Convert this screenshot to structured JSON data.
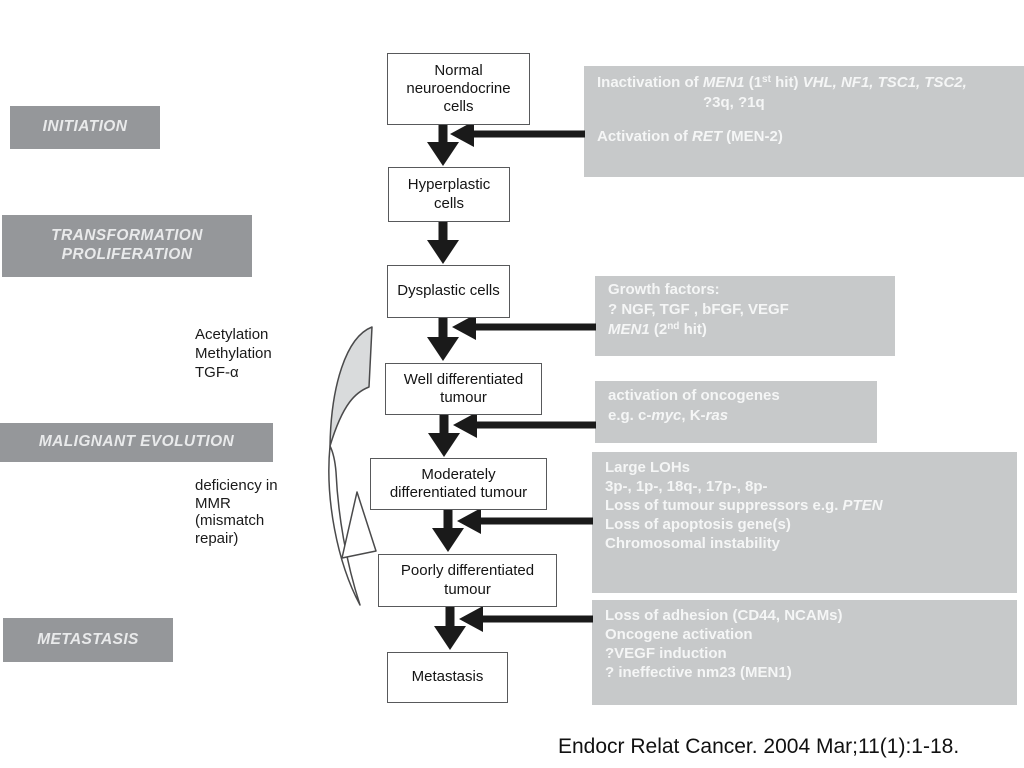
{
  "slide": {
    "citation": "Endocr Relat Cancer. 2004 Mar;11(1):1-18."
  },
  "phases": {
    "initiation": "INITIATION",
    "transformation_line1": "TRANSFORMATION",
    "transformation_line2": "PROLIFERATION",
    "malignant_evolution": "MALIGNANT EVOLUTION",
    "metastasis": "METASTASIS"
  },
  "side_notes": {
    "epigenetic_line1": "Acetylation",
    "epigenetic_line2": "Methylation",
    "epigenetic_line3": "TGF-α",
    "mmr_line1": "deficiency in",
    "mmr_line2": "MMR",
    "mmr_line3": "(mismatch",
    "mmr_line4": "repair)"
  },
  "flow": {
    "boxes": [
      "Normal neuroendocrine cells",
      "Hyperplastic cells",
      "Dysplastic cells",
      "Well differentiated tumour",
      "Moderately differentiated tumour",
      "Poorly differentiated tumour",
      "Metastasis"
    ]
  },
  "annotations": {
    "initiation_box": {
      "l1a": "Inactivation of ",
      "l1_gene1": "MEN1",
      "l1b": " (1",
      "l1_sup": "st",
      "l1c": " hit) ",
      "l1_genes2": "VHL, NF1, TSC1, TSC2,",
      "l2": "?3q, ?1q",
      "l3a": "Activation of ",
      "l3_gene": "RET",
      "l3b": " (MEN-2)"
    },
    "growth_box": {
      "l1": "Growth factors:",
      "l2": "? NGF, TGF , bFGF, VEGF",
      "l3_gene": "MEN1",
      "l3a": " (2",
      "l3_sup": "nd",
      "l3b": " hit)"
    },
    "oncogene_box": {
      "l1": "activation of oncogenes",
      "l2a": "e.g. c-",
      "l2_gene1": "myc",
      "l2b": ", K-",
      "l2_gene2": "ras"
    },
    "loh_box": {
      "l1": "Large LOHs",
      "l2": "3p-, 1p-, 18q-, 17p-, 8p-",
      "l3a": "Loss of tumour suppressors e.g. ",
      "l3_gene": "PTEN",
      "l4": "Loss of apoptosis gene(s)",
      "l5": "Chromosomal instability"
    },
    "adhesion_box": {
      "l1": "Loss of adhesion (CD44, NCAMs)",
      "l2": "Oncogene activation",
      "l3": "?VEGF induction",
      "l4": "? ineffective nm23 (MEN1)"
    }
  },
  "colors": {
    "annotation_box_bg": "#c7c9ca",
    "phase_box_bg": "#95979a",
    "arrow": "#1a1a1a",
    "flow_box_border": "#58595b",
    "curve_fill": "#d9dbdc"
  }
}
